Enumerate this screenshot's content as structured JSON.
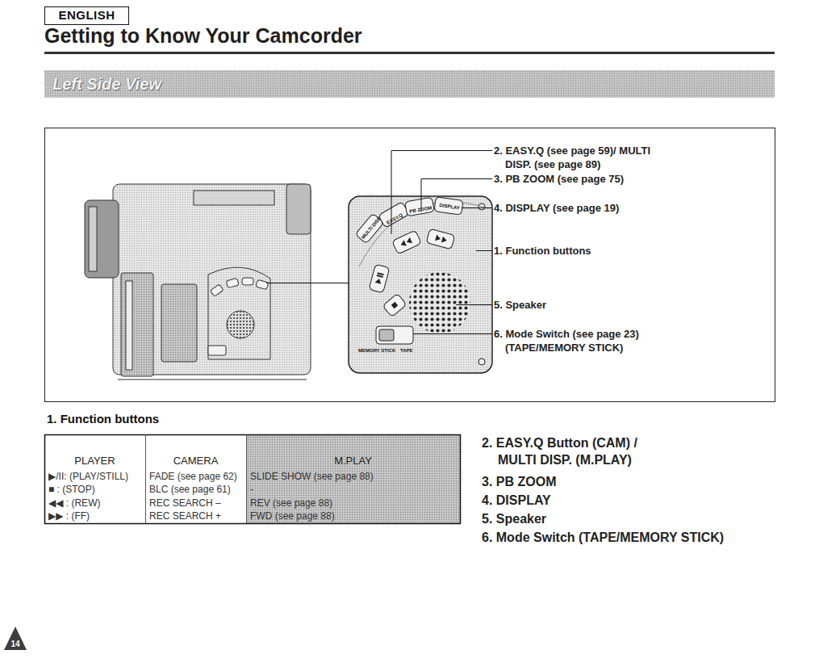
{
  "diagram": {
    "title": "Getting to Know Your Camcorder",
    "nodes": [
      {
        "text": [
          "ENGLISH"
        ]
      },
      {
        "text": [
          "Left Side View"
        ]
      },
      {
        "text": [
          "14"
        ]
      }
    ],
    "labels": [
      "2. EASY.Q (see page 59)/ MULTI DISP. (see page 89)",
      "3. PB ZOOM (see page 75)",
      "4. DISPLAY (see page 19)",
      "1. Function buttons",
      "5. Speaker",
      "6. Mode Switch (see page 23) (TAPE/MEMORY STICK)",
      "MULTI DISP",
      "EASY.Q",
      "PB ZOOM",
      "DISPLAY",
      "MEMORY STICK",
      "TAPE",
      "1. Function buttons",
      "PLAYER",
      "CAMERA",
      "M.PLAY",
      "▶/II: (PLAY/STILL)",
      "FADE (see page 62)",
      "SLIDE SHOW (see page 88)",
      "■ : (STOP)",
      "BLC (see page 61)",
      "-",
      "◀◀ : (REW)",
      "REC SEARCH –",
      "REV (see page 88)",
      "▶▶ : (FF)",
      "REC SEARCH +",
      "FWD (see page 88)",
      "2. EASY.Q Button (CAM) / MULTI DISP. (M.PLAY)",
      "3. PB ZOOM",
      "4. DISPLAY",
      "5. Speaker",
      "6. Mode Switch (TAPE/MEMORY STICK)"
    ]
  }
}
